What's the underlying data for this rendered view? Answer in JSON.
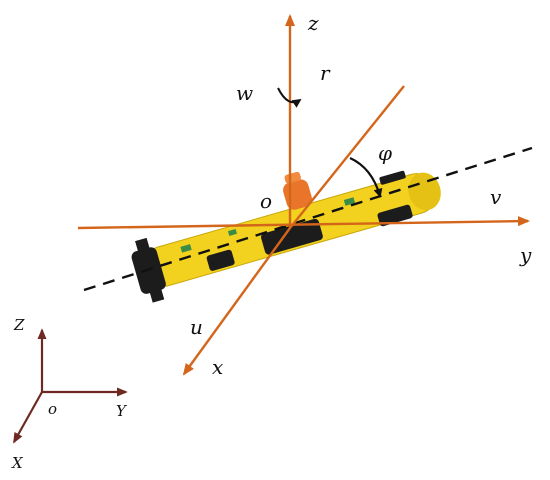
{
  "diagram": {
    "colors": {
      "body_axis": "#d4661c",
      "world_axis": "#6e2a22",
      "centerline": "#111111",
      "vehicle_body": "#f2d21e",
      "vehicle_dark": "#1c1c1c",
      "mast": "#e8752a",
      "text": "#111111"
    },
    "body_frame": {
      "z_label": "z",
      "y_label": "y",
      "x_label": "x",
      "origin_label": "o",
      "r_label": "r",
      "w_label": "w",
      "v_label": "v",
      "u_label": "u",
      "phi_label": "φ"
    },
    "world_frame": {
      "Z_label": "Z",
      "Y_label": "Y",
      "X_label": "X",
      "origin_label": "o"
    },
    "vehicle": {
      "icon": "auv-vehicle-icon"
    }
  }
}
